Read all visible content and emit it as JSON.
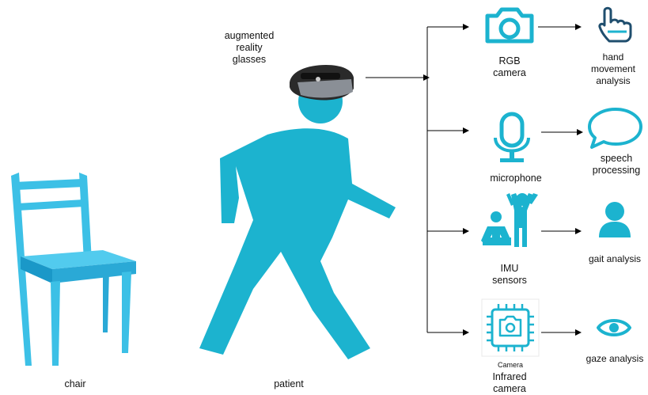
{
  "colors": {
    "accent": "#1cb3cf",
    "chair": "#3cc0e6",
    "chair_dark": "#1a98c8",
    "arrow": "#000000",
    "glasses": "#2a2a2a"
  },
  "labels": {
    "glasses": [
      "augmented",
      "reality",
      "glasses"
    ],
    "chair": "chair",
    "patient": "patient",
    "rgb_camera": [
      "RGB",
      "camera"
    ],
    "microphone": "microphone",
    "imu": [
      "IMU",
      "sensors"
    ],
    "infrared_caption": "Camera",
    "infrared": [
      "Infrared",
      "camera"
    ],
    "hand": [
      "hand",
      "movement",
      "analysis"
    ],
    "speech": [
      "speech",
      "processing"
    ],
    "gait": "gait analysis",
    "gaze": "gaze analysis"
  },
  "icons": {
    "chair": "chair-icon",
    "patient": "walking-person-icon",
    "glasses": "ar-headset-icon",
    "rgb": "camera-icon",
    "mic": "microphone-icon",
    "imu": "exercise-people-icon",
    "infrared": "chip-camera-icon",
    "hand": "pointing-hand-icon",
    "speech": "speech-bubble-icon",
    "gait": "person-icon",
    "gaze": "eye-icon"
  }
}
